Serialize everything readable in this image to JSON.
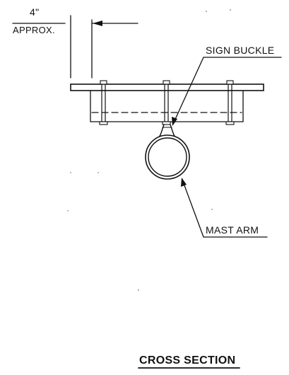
{
  "drawing": {
    "dimension_value": "4\"",
    "dimension_note": "APPROX.",
    "callout_sign_buckle": "SIGN BUCKLE",
    "callout_mast_arm": "MAST ARM",
    "section_title": "CROSS SECTION"
  }
}
